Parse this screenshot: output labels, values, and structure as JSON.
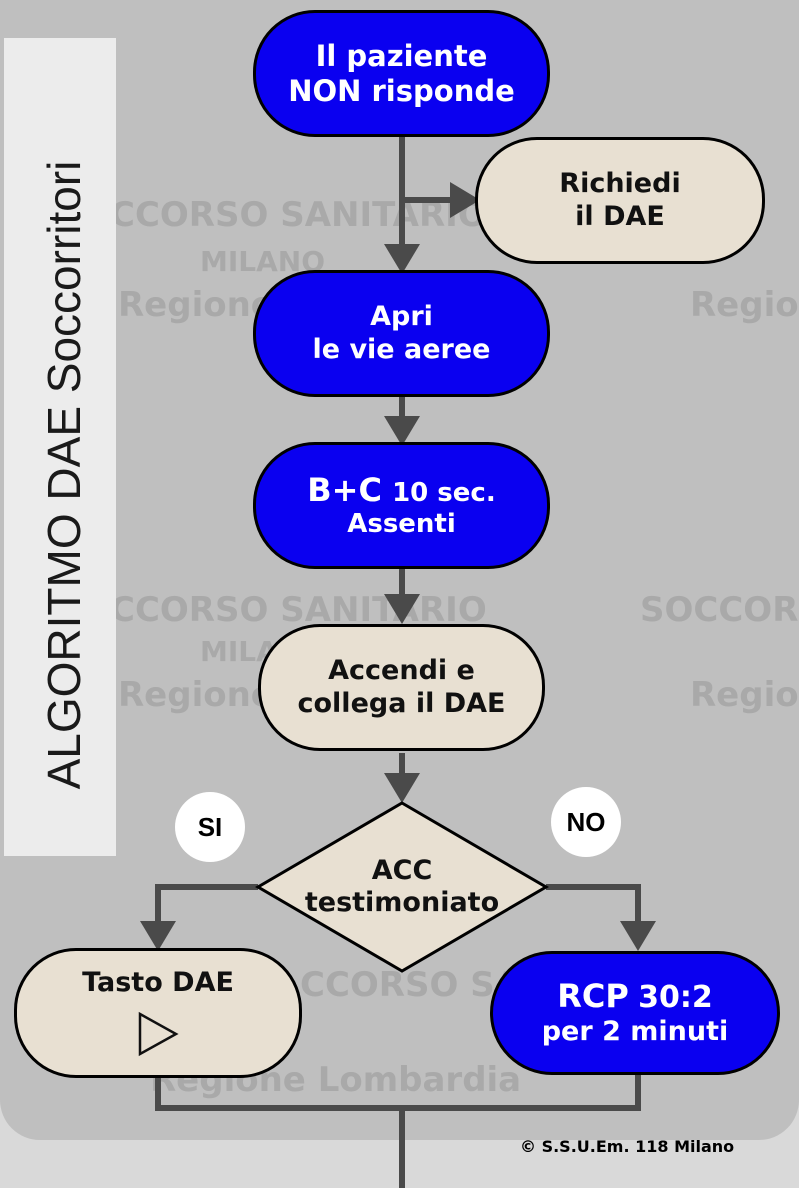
{
  "sidebar_title": "ALGORITMO DAE Soccorritori",
  "watermark": {
    "line1": "CCORSO SANITARIO",
    "line2": "MILANO",
    "line3": "Regione",
    "line4": "Regione Lombardia",
    "line5": "SOCCORS",
    "line6": "Regio"
  },
  "nodes": {
    "start": {
      "line1": "Il paziente",
      "line2": "NON risponde"
    },
    "request_dae": {
      "line1": "Richiedi",
      "line2": "il DAE"
    },
    "airway": {
      "line1": "Apri",
      "line2": "le vie aeree"
    },
    "bc_check": {
      "line1a": "B+C",
      "line1b": "10 sec.",
      "line2": "Assenti"
    },
    "connect_dae": {
      "line1": "Accendi e",
      "line2": "collega il DAE"
    },
    "decision": {
      "line1": "ACC",
      "line2": "testimoniato"
    },
    "press_dae": {
      "line1": "Tasto DAE",
      "icon": "play-triangle-icon"
    },
    "cpr": {
      "line1a": "RCP",
      "line1b": "30:2",
      "line2": "per 2 minuti"
    }
  },
  "badges": {
    "yes": "SI",
    "no": "NO"
  },
  "copyright": "© S.S.U.Em. 118 Milano",
  "colors": {
    "blue_node": "#0a00f0",
    "beige_node": "#e8e0d2",
    "connector": "#4a4a4a",
    "background": "#bfbfbf"
  }
}
